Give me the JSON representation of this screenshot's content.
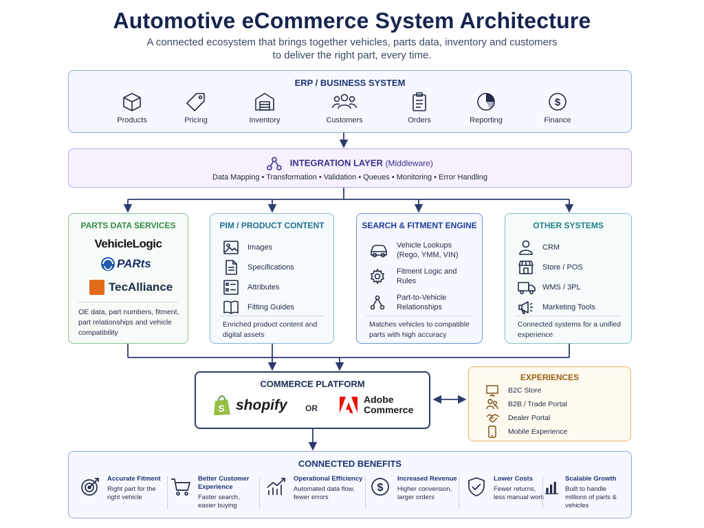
{
  "header": {
    "title": "Automotive eCommerce System Architecture",
    "subtitle": "A connected ecosystem that brings together vehicles, parts data, inventory and customers to deliver the right part, every time."
  },
  "erp": {
    "title": "ERP / BUSINESS SYSTEM",
    "items": [
      {
        "label": "Products",
        "icon": "box-icon"
      },
      {
        "label": "Pricing",
        "icon": "price-tag-icon"
      },
      {
        "label": "Inventory",
        "icon": "warehouse-icon"
      },
      {
        "label": "Customers",
        "icon": "people-icon"
      },
      {
        "label": "Orders",
        "icon": "clipboard-icon"
      },
      {
        "label": "Reporting",
        "icon": "pie-chart-icon"
      },
      {
        "label": "Finance",
        "icon": "dollar-icon"
      }
    ]
  },
  "integration": {
    "title": "INTEGRATION LAYER",
    "subtitle": "(Middleware)",
    "capabilities": "Data Mapping  •  Transformation  •  Validation  •  Queues  •  Monitoring  •  Error Handling"
  },
  "parts_data": {
    "title": "PARTS DATA SERVICES",
    "brands": [
      "VehicleLogic",
      "PARts",
      "TecAlliance"
    ],
    "description": "OE data, part numbers, fitment, part relationships and vehicle compatibility"
  },
  "pim": {
    "title": "PIM / PRODUCT CONTENT",
    "items": [
      {
        "label": "Images",
        "icon": "image-icon"
      },
      {
        "label": "Specifications",
        "icon": "document-icon"
      },
      {
        "label": "Attributes",
        "icon": "list-icon"
      },
      {
        "label": "Fitting Guides",
        "icon": "book-icon"
      }
    ],
    "description": "Enriched product content and digital assets"
  },
  "search": {
    "title": "SEARCH & FITMENT ENGINE",
    "items": [
      {
        "label": "Vehicle Lookups (Rego, YMM, VIN)",
        "icon": "car-icon"
      },
      {
        "label": "Fitment Logic and Rules",
        "icon": "gear-icon"
      },
      {
        "label": "Part-to-Vehicle Relationships",
        "icon": "network-icon"
      }
    ],
    "description": "Matches vehicles to compatible parts with high accuracy"
  },
  "other": {
    "title": "OTHER SYSTEMS",
    "items": [
      {
        "label": "CRM",
        "icon": "person-icon"
      },
      {
        "label": "Store / POS",
        "icon": "store-icon"
      },
      {
        "label": "WMS / 3PL",
        "icon": "truck-icon"
      },
      {
        "label": "Marketing Tools",
        "icon": "megaphone-icon"
      }
    ],
    "description": "Connected systems for a unified experience"
  },
  "commerce": {
    "title": "COMMERCE PLATFORM",
    "option_a": "shopify",
    "separator": "OR",
    "option_b_line1": "Adobe",
    "option_b_line2": "Commerce"
  },
  "experiences": {
    "title": "EXPERIENCES",
    "items": [
      {
        "label": "B2C Store",
        "icon": "monitor-icon"
      },
      {
        "label": "B2B / Trade Portal",
        "icon": "users-icon"
      },
      {
        "label": "Dealer Portal",
        "icon": "handshake-icon"
      },
      {
        "label": "Mobile Experience",
        "icon": "mobile-icon"
      }
    ]
  },
  "benefits": {
    "title": "CONNECTED BENEFITS",
    "items": [
      {
        "heading": "Accurate Fitment",
        "text": "Right part for the right vehicle",
        "icon": "target-icon"
      },
      {
        "heading": "Better Customer Experience",
        "text": "Faster search, easier buying",
        "icon": "cart-icon"
      },
      {
        "heading": "Operational Efficiency",
        "text": "Automated data flow, fewer errors",
        "icon": "trend-icon"
      },
      {
        "heading": "Increased Revenue",
        "text": "Higher conversion, larger orders",
        "icon": "dollar-icon"
      },
      {
        "heading": "Lower Costs",
        "text": "Fewer returns, less manual work",
        "icon": "shield-icon"
      },
      {
        "heading": "Scalable Growth",
        "text": "Built to handle millions of parts & vehicles",
        "icon": "bar-chart-icon"
      }
    ]
  },
  "colors": {
    "navy": "#16244f",
    "erp_border": "#8fa7d9",
    "integration_border": "#b8a3e3",
    "parts_green": "#2f8a45",
    "pim_teal": "#1f6f8f",
    "search_blue": "#1f3d9a",
    "other_teal": "#1f7f84",
    "experiences_orange": "#e2b767",
    "shopify_green": "#95bf47",
    "adobe_red": "#eb1000"
  }
}
